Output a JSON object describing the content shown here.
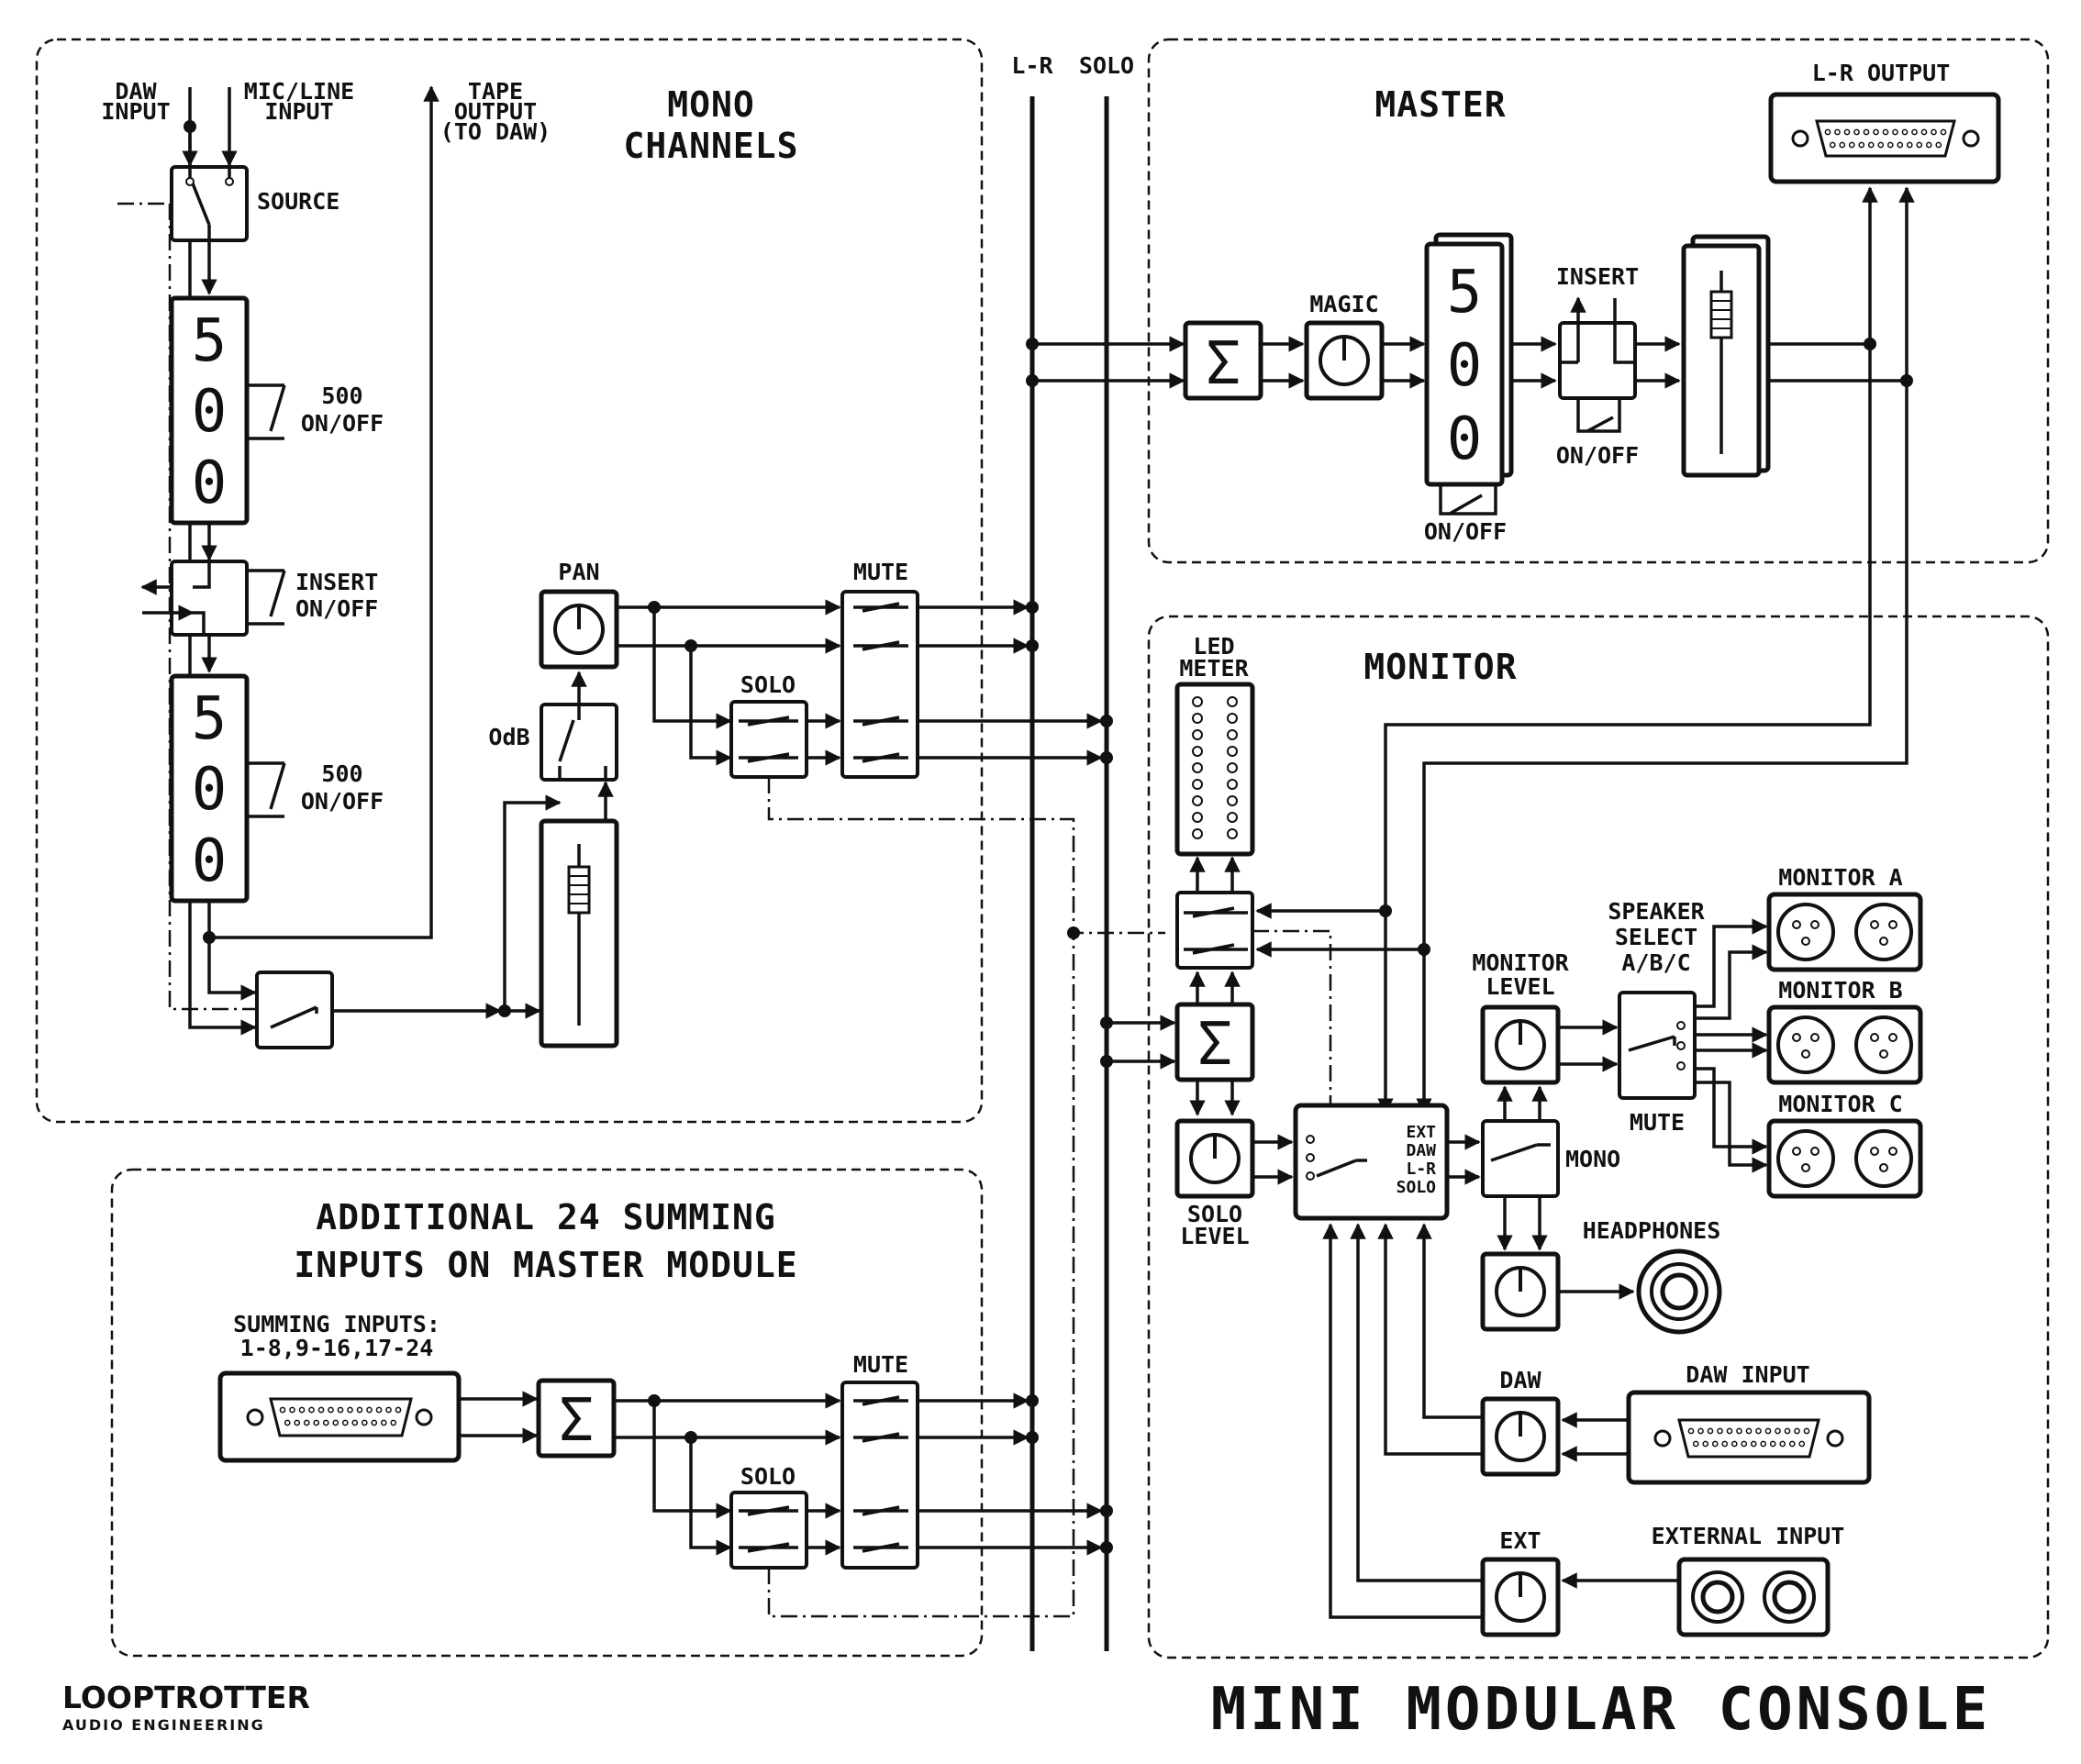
{
  "title": "MINI MODULAR CONSOLE",
  "brand": {
    "name": "LOOPTROTTER",
    "sub": "AUDIO ENGINEERING"
  },
  "buses": {
    "lr": "L-R",
    "solo": "SOLO"
  },
  "mono": {
    "heading1": "MONO",
    "heading2": "CHANNELS",
    "daw_input_1": "DAW",
    "daw_input_2": "INPUT",
    "mic_line_1": "MIC/LINE",
    "mic_line_2": "INPUT",
    "tape_1": "TAPE",
    "tape_2": "OUTPUT",
    "tape_3": "(TO DAW)",
    "source": "SOURCE",
    "module_digits": [
      "5",
      "0",
      "0"
    ],
    "onoff1_a": "500",
    "onoff1_b": "ON/OFF",
    "insert_a": "INSERT",
    "insert_b": "ON/OFF",
    "onoff2_a": "500",
    "onoff2_b": "ON/OFF",
    "pan": "PAN",
    "odb": "OdB",
    "mute": "MUTE",
    "solo": "SOLO"
  },
  "summing": {
    "heading1": "ADDITIONAL 24  SUMMING",
    "heading2": "INPUTS ON MASTER MODULE",
    "inputs_1": "SUMMING INPUTS:",
    "inputs_2": "1-8,9-16,17-24",
    "mute": "MUTE",
    "solo": "SOLO"
  },
  "master": {
    "heading": "MASTER",
    "output": "L-R OUTPUT",
    "magic": "MAGIC",
    "insert": "INSERT",
    "insert_onoff": "ON/OFF",
    "module_onoff": "ON/OFF"
  },
  "monitor": {
    "heading": "MONITOR",
    "led_1": "LED",
    "led_2": "METER",
    "solo_level_1": "SOLO",
    "solo_level_2": "LEVEL",
    "selector": [
      "EXT",
      "DAW",
      "L-R",
      "SOLO"
    ],
    "monitor_level_1": "MONITOR",
    "monitor_level_2": "LEVEL",
    "speaker_1": "SPEAKER",
    "speaker_2": "SELECT",
    "speaker_3": "A/B/C",
    "mute": "MUTE",
    "mono": "MONO",
    "monitor_a": "MONITOR A",
    "monitor_b": "MONITOR B",
    "monitor_c": "MONITOR C",
    "headphones": "HEADPHONES",
    "daw": "DAW",
    "daw_input": "DAW INPUT",
    "ext": "EXT",
    "external_input": "EXTERNAL INPUT"
  }
}
